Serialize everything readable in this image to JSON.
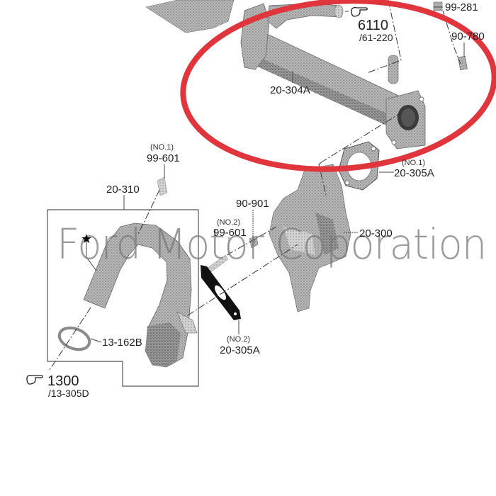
{
  "diagram": {
    "type": "exploded parts diagram",
    "subject": "EGR cooler and water pipe assembly",
    "highlight_color": "#e0353d",
    "watermark": "Ford Motor Coporation",
    "labels": {
      "p99_281": "99-281",
      "p6110": "6110",
      "p61_220": "/61-220",
      "p90_780": "90-780",
      "p20_304A": "20-304A",
      "no1_a": "(NO.1)",
      "p20_305A_1": "20-305A",
      "no1_b": "(NO.1)",
      "p99_601_1": "99-601",
      "p20_310": "20-310",
      "p90_901": "90-901",
      "no2_a": "(NO.2)",
      "p99_601_2": "99-601",
      "p20_300": "20-300",
      "p13_162B": "13-162B",
      "no2_b": "(NO.2)",
      "p20_305A_2": "20-305A",
      "p1300": "1300",
      "p13_305D": "/13-305D"
    },
    "icons": [
      "pointing-hand-icon",
      "pointing-hand-icon",
      "star-icon"
    ]
  }
}
